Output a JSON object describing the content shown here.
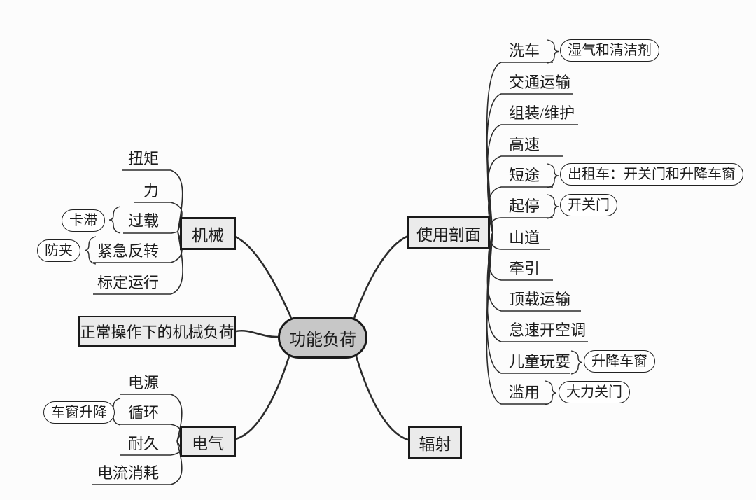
{
  "center": {
    "label": "功能负荷"
  },
  "branches": {
    "mechanical": {
      "label": "机械",
      "items": [
        {
          "label": "扭矩"
        },
        {
          "label": "力"
        },
        {
          "label": "过载",
          "annotation": "卡滞"
        },
        {
          "label": "紧急反转",
          "annotation": "防夹"
        },
        {
          "label": "标定运行"
        }
      ]
    },
    "normal_operation": {
      "label": "正常操作下的机械负荷"
    },
    "electrical": {
      "label": "电气",
      "items": [
        {
          "label": "电源"
        },
        {
          "label": "循环",
          "annotation": "车窗升降"
        },
        {
          "label": "耐久"
        },
        {
          "label": "电流消耗"
        }
      ]
    },
    "usage_profile": {
      "label": "使用剖面",
      "items": [
        {
          "label": "洗车",
          "annotation": "湿气和清洁剂"
        },
        {
          "label": "交通运输"
        },
        {
          "label": "组装/维护"
        },
        {
          "label": "高速"
        },
        {
          "label": "短途",
          "annotation": "出租车：开关门和升降车窗"
        },
        {
          "label": "起停",
          "annotation": "开关门"
        },
        {
          "label": "山道"
        },
        {
          "label": "牵引"
        },
        {
          "label": "顶载运输"
        },
        {
          "label": "怠速开空调"
        },
        {
          "label": "儿童玩耍",
          "annotation": "升降车窗"
        },
        {
          "label": "滥用",
          "annotation": "大力关门"
        }
      ]
    },
    "radiation": {
      "label": "辐射"
    }
  },
  "colors": {
    "background": "#fcfcfc",
    "center_fill": "#c7c7c7",
    "box_fill": "#ebebeb",
    "border": "#1a1a1a",
    "line": "#2b2b2b",
    "annotation_fill": "#ffffff"
  }
}
